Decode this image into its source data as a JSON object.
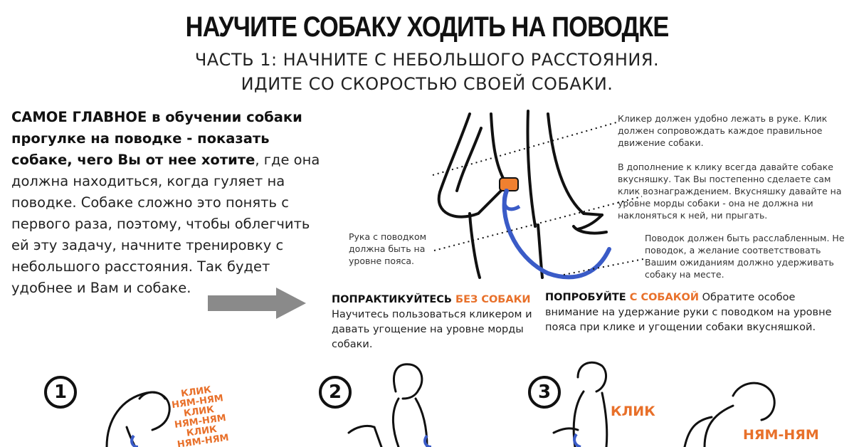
{
  "header": {
    "title": "НАУЧИТЕ СОБАКУ ХОДИТЬ НА ПОВОДКЕ",
    "subtitle_line1": "ЧАСТЬ 1:  НАЧНИТЕ С НЕБОЛЬШОГО РАССТОЯНИЯ.",
    "subtitle_line2": "ИДИТЕ СО СКОРОСТЬЮ СВОЕЙ СОБАКИ."
  },
  "intro": {
    "bold_part": "САМОЕ ГЛАВНОЕ в обучении собаки прогулке на поводке - показать собаке, чего Вы от нее хотите",
    "rest": ", где она должна находиться, когда гуляет на поводке. Собаке сложно это понять с первого раза, поэтому, чтобы облегчить ей эту задачу, начните тренировку с небольшого расстояния. Так будет удобнее и Вам и собаке."
  },
  "notes": {
    "clicker": "Кликер должен удобно лежать в руке. Клик должен сопровождать каждое правильное движение собаки.",
    "treat": "В дополнение к клику всегда давайте собаке вкусняшку. Так Вы постепенно сделаете сам клик вознаграждением. Вкусняшку давайте на уровне морды собаки - она не должна ни наклоняться к ней, ни прыгать.",
    "leash": "Поводок должен быть расслабленным. Не поводок, а желание соответствовать Вашим ожиданиям должно удерживать собаку на месте.",
    "hand": "Рука с поводком должна быть на уровне пояса."
  },
  "practice": {
    "without_head": "ПОПРАКТИКУЙТЕСЬ ",
    "without_accent": "БЕЗ СОБАКИ",
    "without_text": "Научитесь пользоваться кликером и давать угощение на уровне морды собаки.",
    "with_head": "ПОПРОБУЙТЕ ",
    "with_accent": "С СОБАКОЙ",
    "with_text": " Обратите особое внимание на удержание руки с поводком на уровне пояса при клике и угощении собаки вкусняшкой."
  },
  "steps": {
    "one": "1",
    "two": "2",
    "three": "3",
    "sounds_1": [
      "КЛИК",
      "НЯМ-НЯМ",
      "КЛИК",
      "НЯМ-НЯМ",
      "КЛИК",
      "НЯМ-НЯМ"
    ],
    "click_3": "КЛИК",
    "nyam_3": "НЯМ-НЯМ"
  },
  "colors": {
    "accent_orange": "#e8702a",
    "leash_blue": "#3a5bc7",
    "arrow_gray": "#8a8a8a"
  }
}
